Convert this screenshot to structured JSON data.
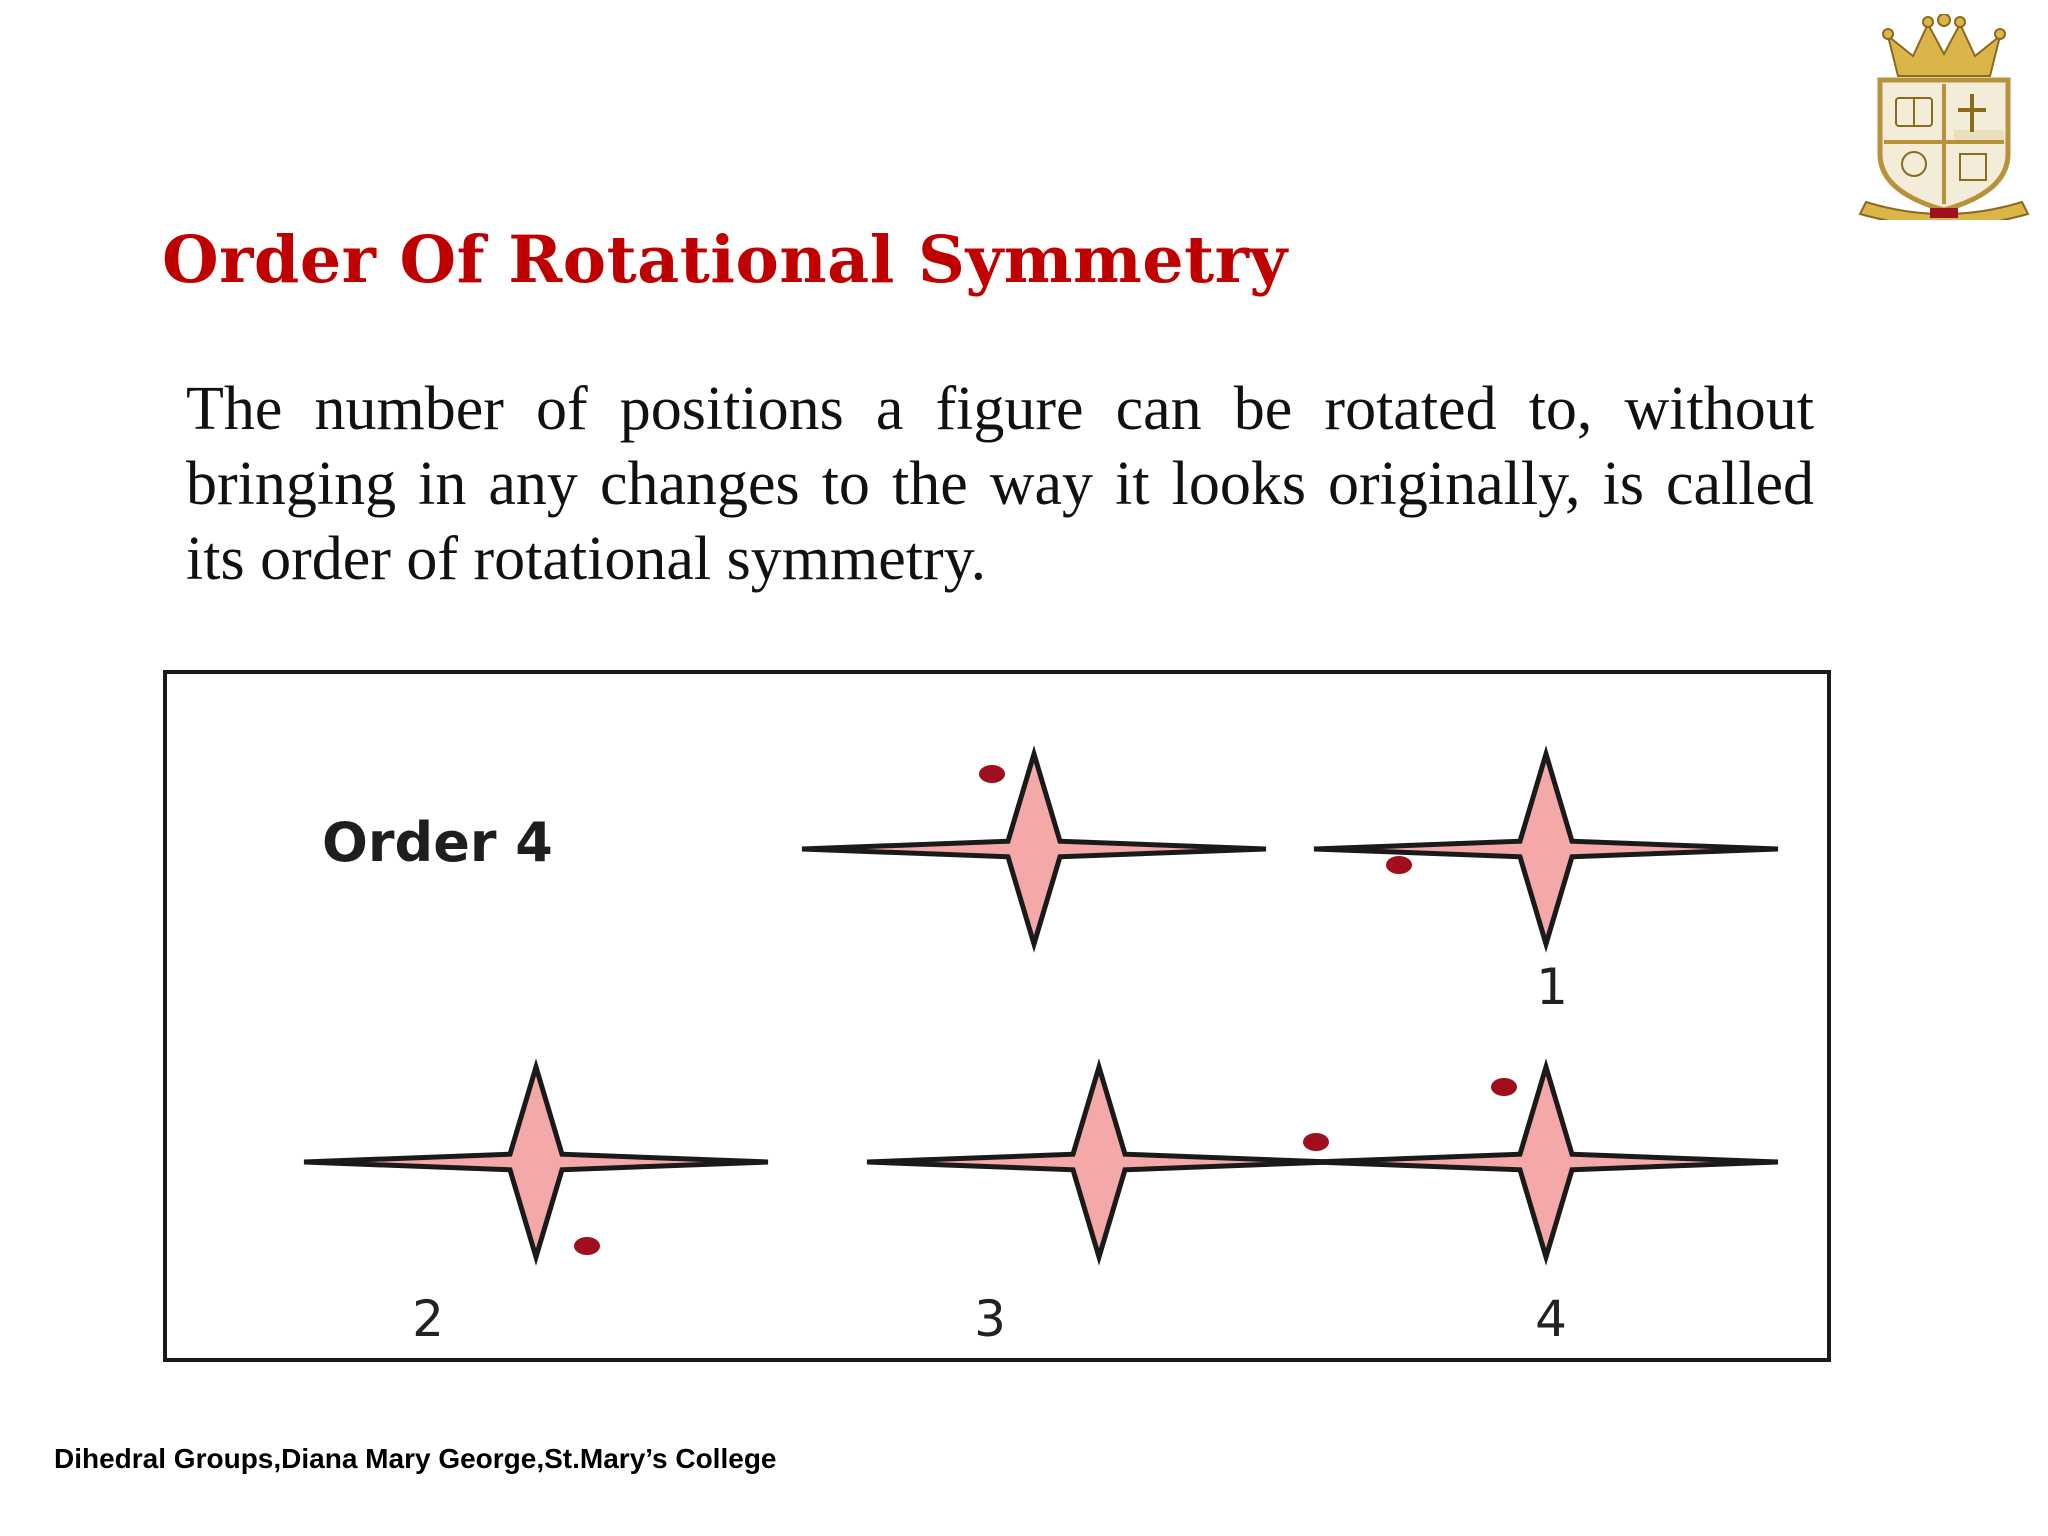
{
  "slide": {
    "title": "Order Of Rotational Symmetry",
    "body": "The number of positions a figure can be rotated to, without bringing in any changes to the way it looks originally, is called its order of rotational symmetry.",
    "footer": "Dihedral Groups,Diana Mary George,St.Mary’s College"
  },
  "figure": {
    "label": "Order 4",
    "stars": [
      {
        "step": "",
        "dot_direction": "upper-left"
      },
      {
        "step": "1",
        "dot_direction": "lower-left"
      },
      {
        "step": "2",
        "dot_direction": "lower-right"
      },
      {
        "step": "3",
        "dot_direction": "upper-right"
      },
      {
        "step": "4",
        "dot_direction": "upper-left"
      }
    ],
    "colors": {
      "star_fill": "#f4a8a8",
      "star_stroke": "#1a1a1a",
      "dot": "#a0101c"
    }
  },
  "logo": {
    "icon": "college-crest-icon"
  },
  "colors": {
    "title": "#c00000",
    "text": "#111111"
  }
}
